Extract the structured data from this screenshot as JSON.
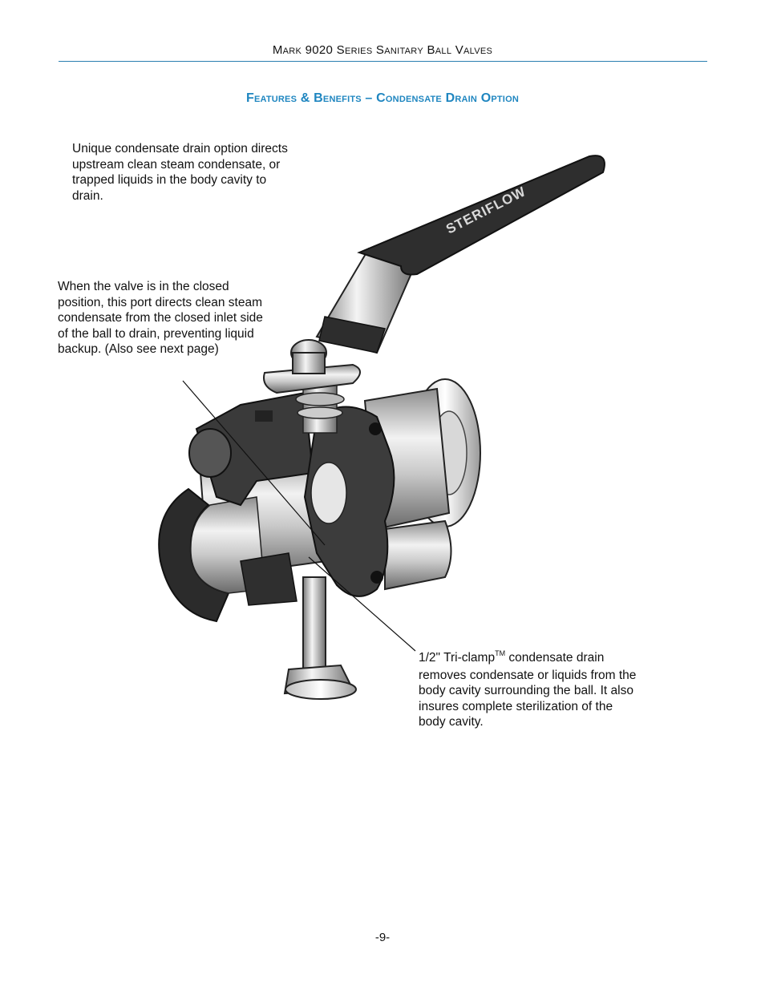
{
  "header": {
    "title": "Mark 9020 Series Sanitary Ball Valves"
  },
  "section": {
    "title": "Features & Benefits – Condensate Drain Option"
  },
  "callouts": [
    {
      "text": "Unique condensate drain option directs upstream clean steam condensate, or trapped liquids in the body cavity to drain."
    },
    {
      "text": "When the valve is in the closed position, this port directs clean steam condensate from the closed inlet side of the ball to drain, preventing liquid backup. (Also see next page)"
    },
    {
      "text_before": "1/2\" Tri-clamp",
      "superscript": "TM",
      "text_after": " condensate drain removes condensate or liquids from the body cavity surrounding the ball. It also insures complete sterilization of the body cavity."
    }
  ],
  "illustration": {
    "handle_logo": "STERIFLOW"
  },
  "footer": {
    "page_number": "-9-"
  },
  "colors": {
    "accent": "#1f86c0",
    "rule": "#2a7fb0"
  }
}
